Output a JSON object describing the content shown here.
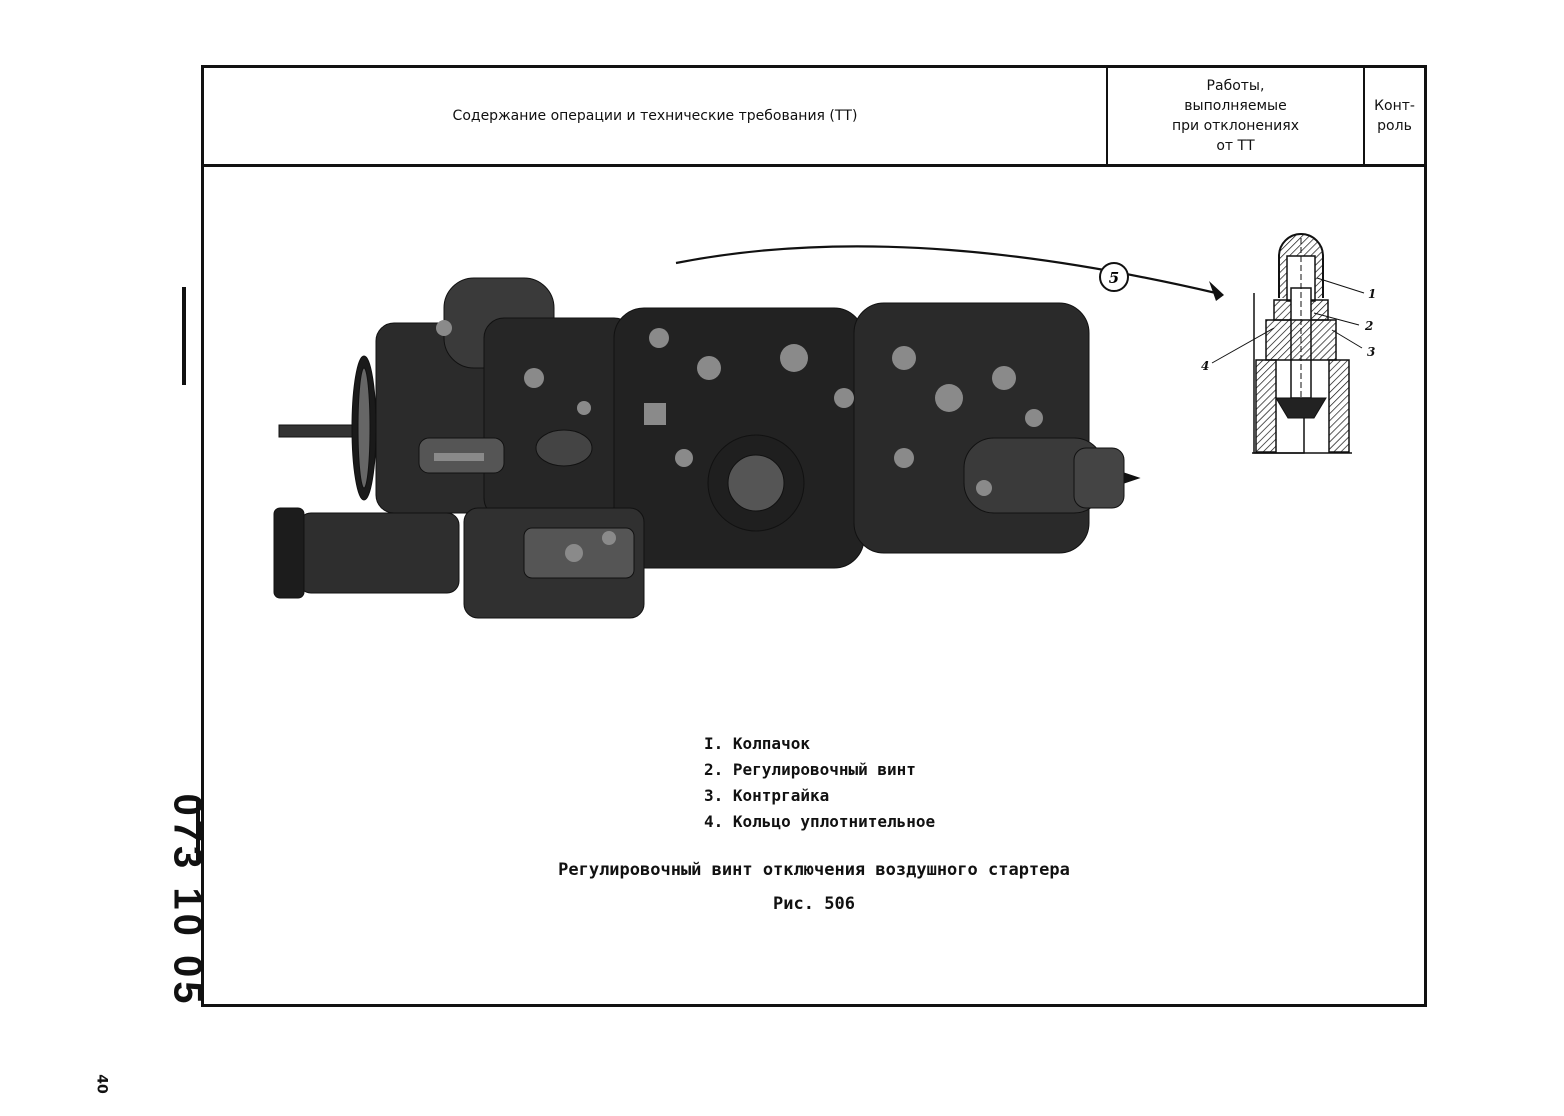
{
  "table_header": {
    "operation": "Содержание операции и технические требования (ТТ)",
    "works": "Работы,\nвыполняемые\nпри отклонениях\nот ТТ",
    "control": "Конт-\nроль"
  },
  "figure": {
    "callout_number": "5",
    "detail_labels": [
      "1",
      "2",
      "3",
      "4"
    ]
  },
  "legend": [
    "I. Колпачок",
    "2. Регулировочный винт",
    "3. Контргайка",
    "4. Кольцо уплотнительное"
  ],
  "caption": {
    "title": "Регулировочный винт отключения воздушного стартера",
    "figure_number": "Рис. 506"
  },
  "side_code": "073 10 05",
  "page_number": "40"
}
